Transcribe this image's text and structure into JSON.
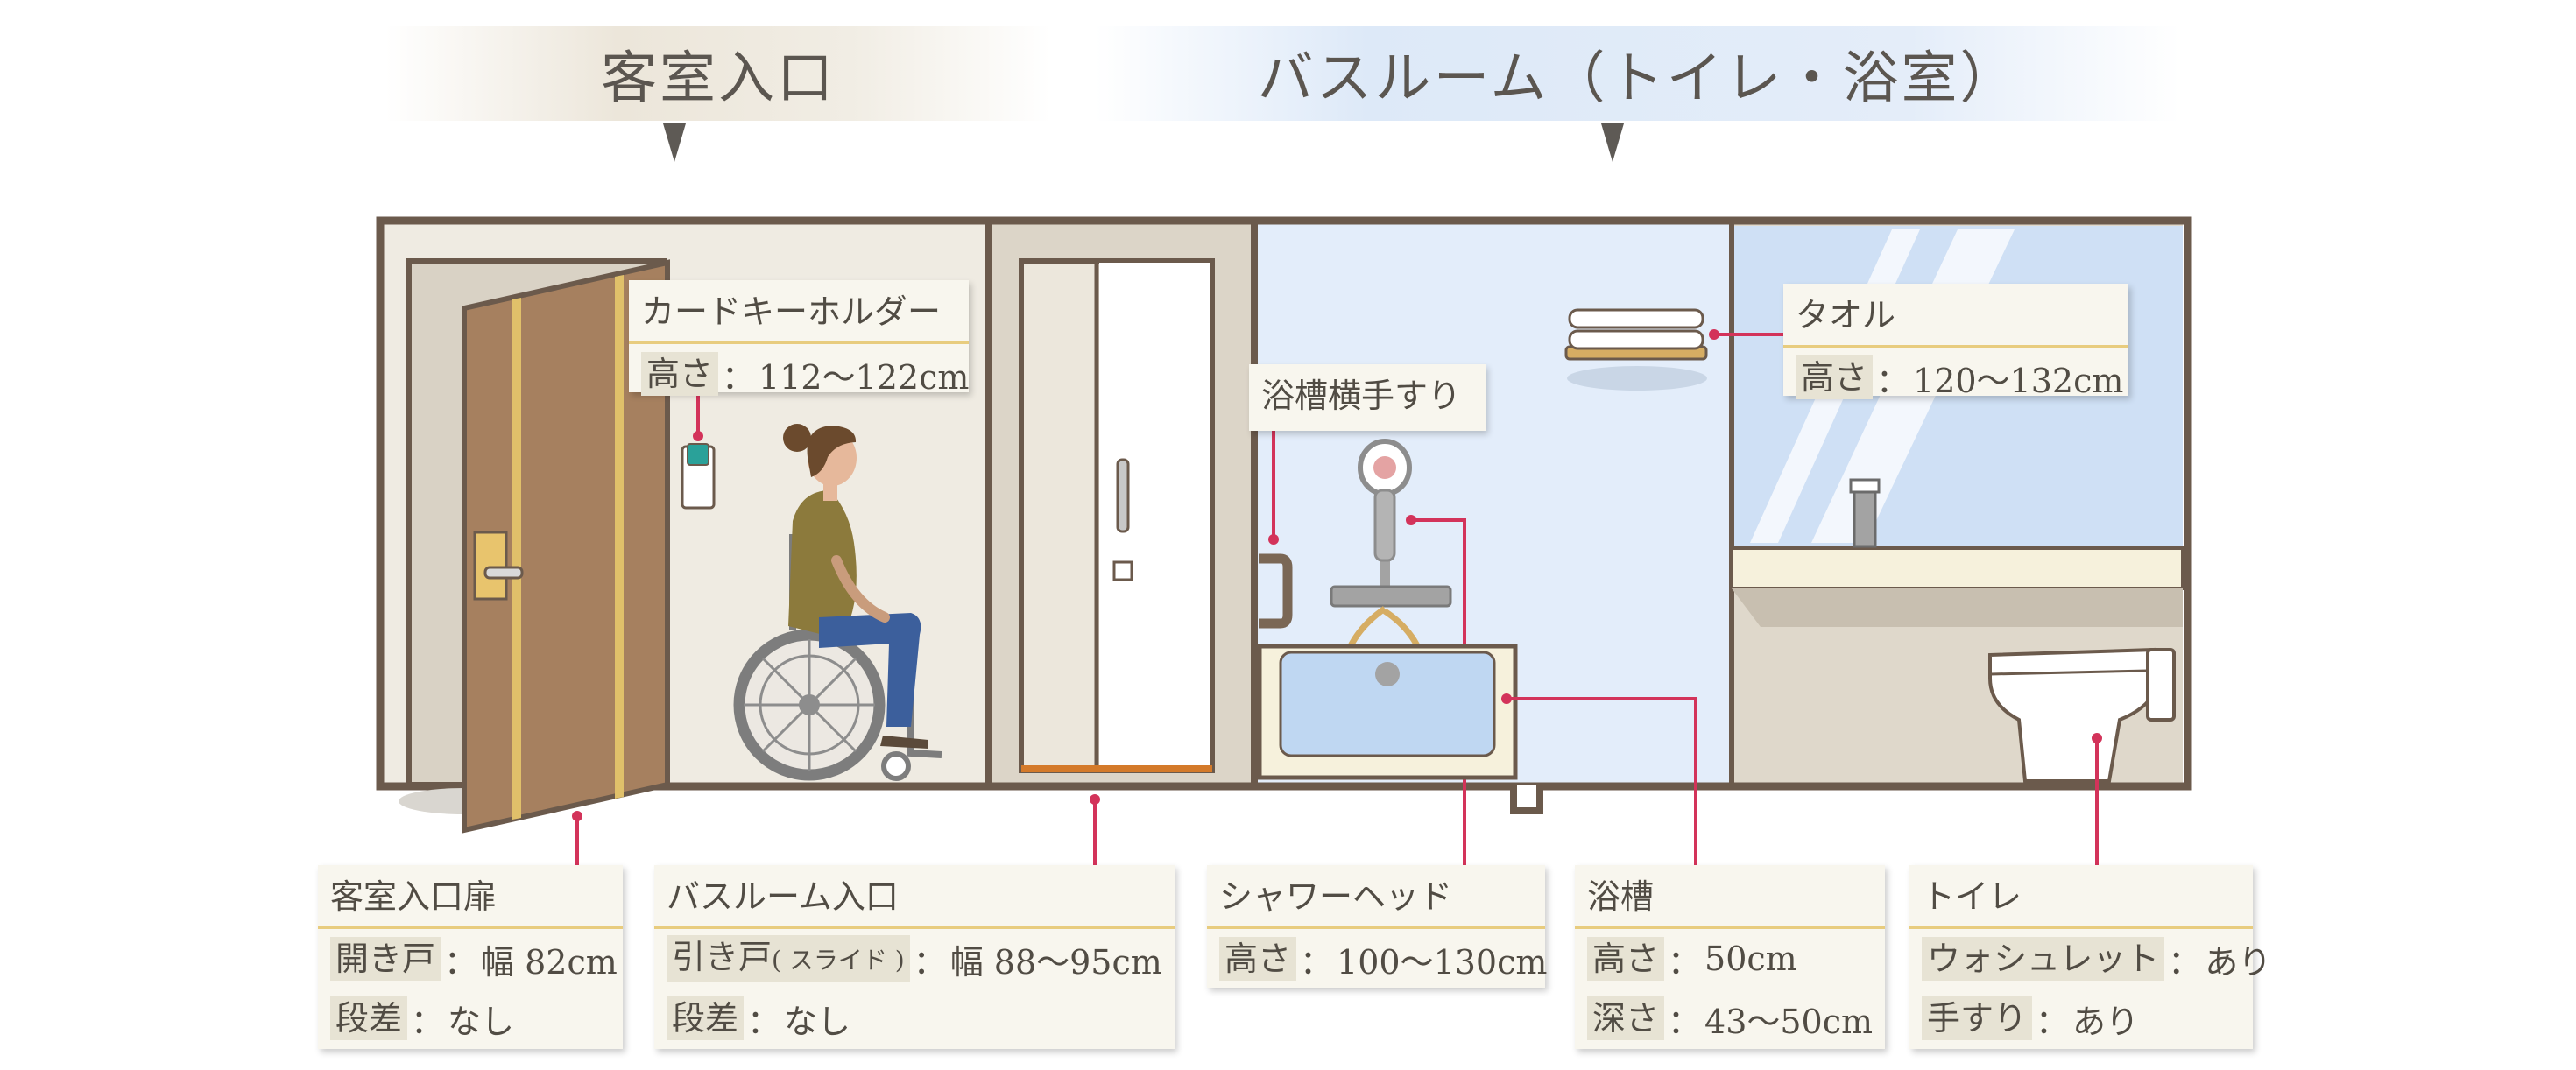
{
  "headers": {
    "entrance": "客室入口",
    "bathroom": "バスルーム（トイレ・浴室）"
  },
  "callouts": {
    "card_key": {
      "title": "カードキーホルダー",
      "row1_label": "高さ",
      "row1_value": "112〜122cm"
    },
    "grab_bar": {
      "title": "浴槽横手すり"
    },
    "towel": {
      "title": "タオル",
      "row1_label": "高さ",
      "row1_value": "120〜132cm"
    },
    "room_door": {
      "title": "客室入口扉",
      "row1_label": "開き戸",
      "row1_value": "幅 82cm",
      "row2_label": "段差",
      "row2_value": "なし"
    },
    "bath_entrance": {
      "title": "バスルーム入口",
      "row1_label_main": "引き戸",
      "row1_label_sub": "( スライド )",
      "row1_value": "幅 88〜95cm",
      "row2_label": "段差",
      "row2_value": "なし"
    },
    "shower_head": {
      "title": "シャワーヘッド",
      "row1_label": "高さ",
      "row1_value": "100〜130cm"
    },
    "bathtub": {
      "title": "浴槽",
      "row1_label": "高さ",
      "row1_value": "50cm",
      "row2_label": "深さ",
      "row2_value": "43〜50cm"
    },
    "toilet": {
      "title": "トイレ",
      "row1_label": "ウォシュレット",
      "row1_value": "あり",
      "row2_label": "手すり",
      "row2_value": "あり"
    }
  },
  "separator": "：",
  "colors": {
    "frame": "#6b5a4c",
    "leader": "#d3335a",
    "entrance_wall": "#efebe2",
    "bath_wall": "#e3edfa",
    "door": "#a6805f",
    "label_bg": "#f8f6ee",
    "label_rule": "#e8cc7e"
  }
}
